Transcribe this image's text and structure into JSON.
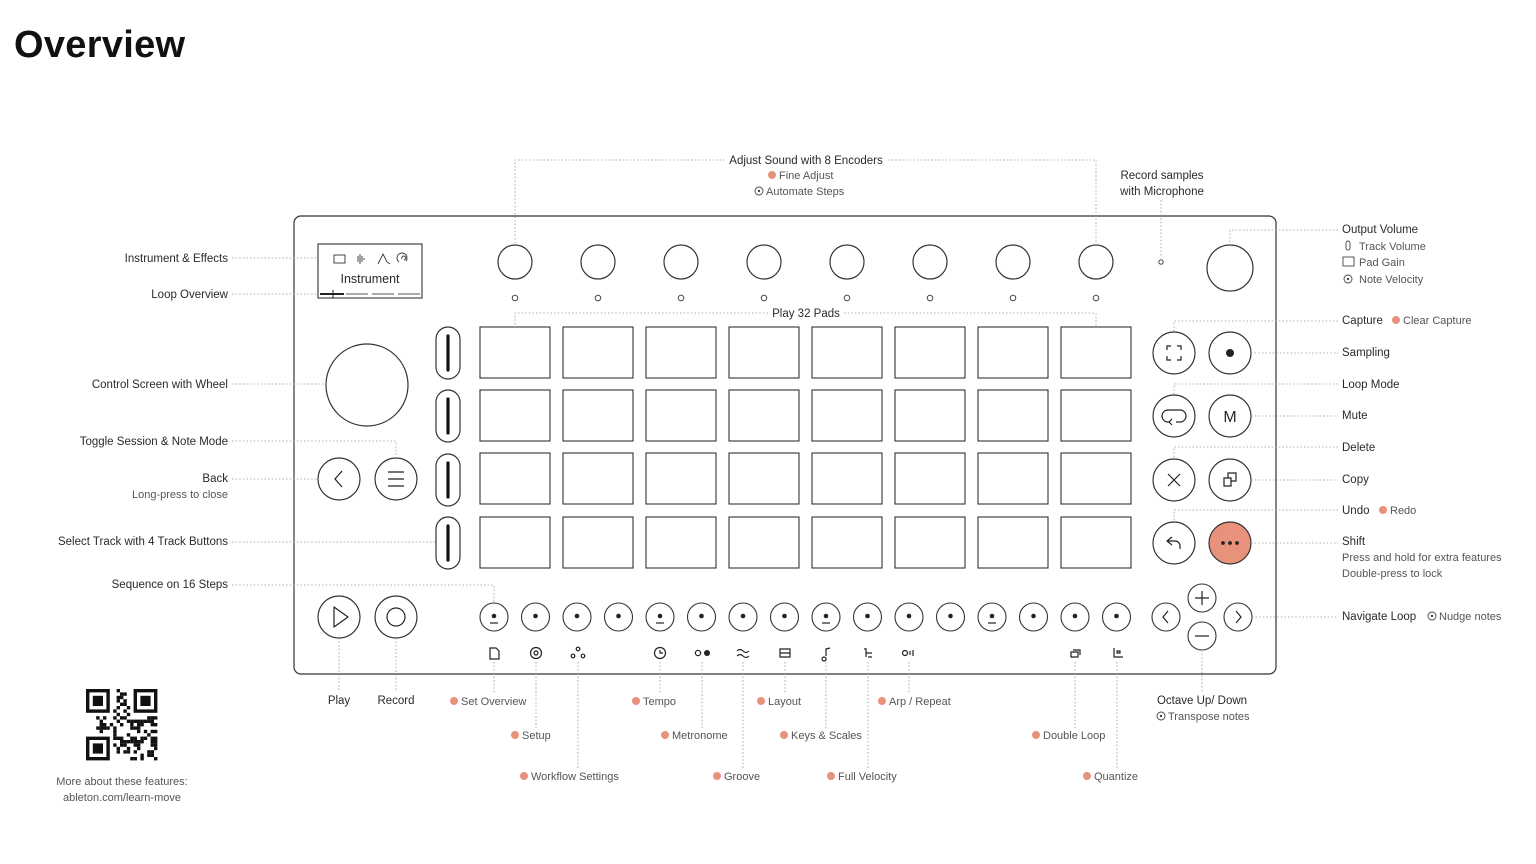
{
  "title": "Overview",
  "accent_color": "#e8927c",
  "top": {
    "encoders_label": "Adjust Sound with 8 Encoders",
    "encoders_fine": "Fine Adjust",
    "encoders_automate": "Automate Steps",
    "mic_line1": "Record samples",
    "mic_line2": "with Microphone",
    "pads_label": "Play 32 Pads"
  },
  "screen": {
    "text": "Instrument"
  },
  "left": {
    "instrument_effects": "Instrument & Effects",
    "loop_overview": "Loop Overview",
    "control_screen": "Control Screen with Wheel",
    "toggle_session": "Toggle Session & Note Mode",
    "back": "Back",
    "back_sub": "Long-press to close",
    "select_track": "Select Track with 4 Track Buttons",
    "sequence": "Sequence on 16 Steps"
  },
  "right": {
    "output_volume": "Output Volume",
    "track_volume": "Track Volume",
    "pad_gain": "Pad Gain",
    "note_velocity": "Note Velocity",
    "capture": "Capture",
    "clear_capture": "Clear Capture",
    "sampling": "Sampling",
    "loop_mode": "Loop Mode",
    "mute": "Mute",
    "mute_letter": "M",
    "delete": "Delete",
    "copy": "Copy",
    "undo": "Undo",
    "redo": "Redo",
    "shift": "Shift",
    "shift_sub1": "Press and hold for extra features",
    "shift_sub2": "Double-press to lock",
    "navigate": "Navigate Loop",
    "nudge": "Nudge notes"
  },
  "bottom": {
    "play": "Play",
    "record": "Record",
    "set_overview": "Set Overview",
    "setup": "Setup",
    "workflow": "Workflow Settings",
    "tempo": "Tempo",
    "metronome": "Metronome",
    "groove": "Groove",
    "layout": "Layout",
    "keys_scales": "Keys & Scales",
    "full_velocity": "Full Velocity",
    "arp_repeat": "Arp / Repeat",
    "double_loop": "Double Loop",
    "quantize": "Quantize",
    "octave": "Octave Up/ Down",
    "transpose": "Transpose notes"
  },
  "qr": {
    "caption1": "More about these features:",
    "caption2": "ableton.com/learn-move"
  }
}
